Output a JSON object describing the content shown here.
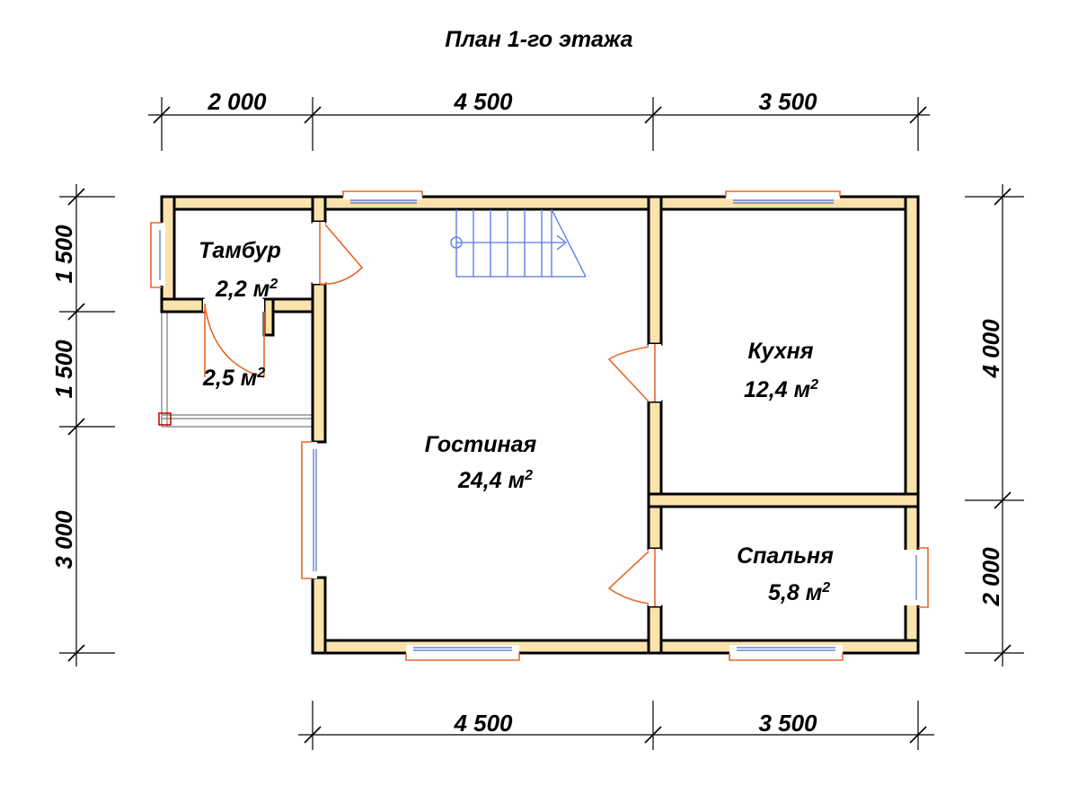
{
  "title": "План 1-го этажа",
  "dimensions": {
    "top": [
      "2 000",
      "4 500",
      "3 500"
    ],
    "bottom": [
      "4 500",
      "3 500"
    ],
    "left": [
      "1 500",
      "1 500",
      "3 000"
    ],
    "right": [
      "4 000",
      "2 000"
    ]
  },
  "rooms": {
    "tambur": {
      "name": "Тамбур",
      "area": "2,2 м",
      "unit_sup": "2"
    },
    "porch": {
      "name": "",
      "area": "2,5 м",
      "unit_sup": "2"
    },
    "living": {
      "name": "Гостиная",
      "area": "24,4 м",
      "unit_sup": "2"
    },
    "kitchen": {
      "name": "Кухня",
      "area": "12,4 м",
      "unit_sup": "2"
    },
    "bedroom": {
      "name": "Спальня",
      "area": "5,8 м",
      "unit_sup": "2"
    }
  },
  "colors": {
    "wall_fill": "#fbe3ad",
    "wall_outline": "#000000",
    "window_frame": "#e8682a",
    "window_glass": "#4a6fd0",
    "stair": "#5577e8",
    "porch_post": "#c00000"
  }
}
